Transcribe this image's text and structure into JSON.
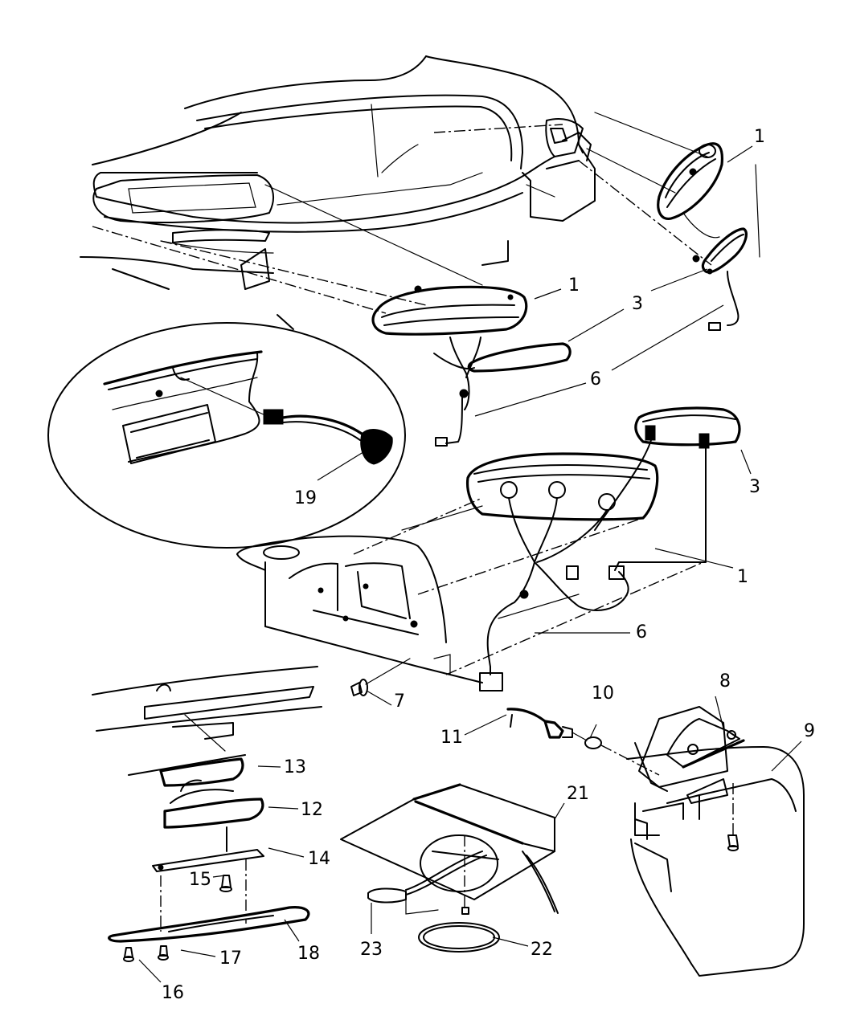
{
  "diagram": {
    "type": "exploded-parts-diagram",
    "subject": "Rear lamps and wiring assembly",
    "callouts": [
      {
        "id": "c1a",
        "label": "1"
      },
      {
        "id": "c1b",
        "label": "1"
      },
      {
        "id": "c3a",
        "label": "3"
      },
      {
        "id": "c6a",
        "label": "6"
      },
      {
        "id": "c6b",
        "label": "6"
      },
      {
        "id": "c19",
        "label": "19"
      },
      {
        "id": "c3b",
        "label": "3"
      },
      {
        "id": "c1c",
        "label": "1"
      },
      {
        "id": "c6c",
        "label": "6"
      },
      {
        "id": "c7",
        "label": "7"
      },
      {
        "id": "c8",
        "label": "8"
      },
      {
        "id": "c10",
        "label": "10"
      },
      {
        "id": "c9",
        "label": "9"
      },
      {
        "id": "c11",
        "label": "11"
      },
      {
        "id": "c13",
        "label": "13"
      },
      {
        "id": "c21",
        "label": "21"
      },
      {
        "id": "c12",
        "label": "12"
      },
      {
        "id": "c14",
        "label": "14"
      },
      {
        "id": "c15",
        "label": "15"
      },
      {
        "id": "c23",
        "label": "23"
      },
      {
        "id": "c22",
        "label": "22"
      },
      {
        "id": "c17",
        "label": "17"
      },
      {
        "id": "c18",
        "label": "18"
      },
      {
        "id": "c16",
        "label": "16"
      }
    ]
  }
}
